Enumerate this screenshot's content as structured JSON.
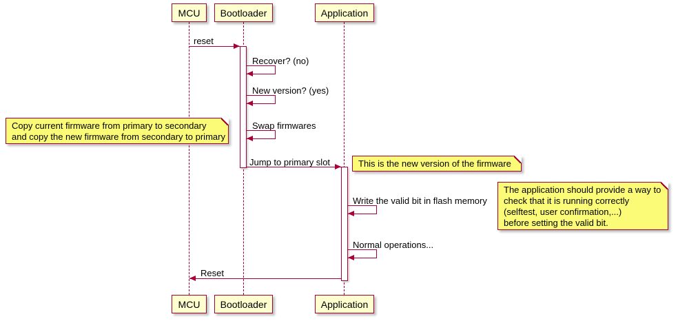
{
  "diagram": {
    "type": "sequence",
    "participants": [
      {
        "label": "MCU"
      },
      {
        "label": "Bootloader"
      },
      {
        "label": "Application"
      }
    ],
    "messages": [
      {
        "from": "MCU",
        "to": "Bootloader",
        "label": "reset",
        "kind": "call"
      },
      {
        "from": "Bootloader",
        "to": "Bootloader",
        "label": "Recover? (no)",
        "kind": "self"
      },
      {
        "from": "Bootloader",
        "to": "Bootloader",
        "label": "New version? (yes)",
        "kind": "self"
      },
      {
        "from": "Bootloader",
        "to": "Bootloader",
        "label": "Swap firmwares",
        "kind": "self"
      },
      {
        "from": "Bootloader",
        "to": "Application",
        "label": "Jump to primary slot",
        "kind": "call"
      },
      {
        "from": "Application",
        "to": "Application",
        "label": "Write the valid bit in flash memory",
        "kind": "self"
      },
      {
        "from": "Application",
        "to": "Application",
        "label": "Normal operations...",
        "kind": "self"
      },
      {
        "from": "Application",
        "to": "MCU",
        "label": "Reset",
        "kind": "return"
      }
    ],
    "notes": [
      {
        "position": "left",
        "text": "Copy current firmware from primary to secondary\nand copy the new firmware from secondary to primary"
      },
      {
        "position": "right",
        "text": "This is the new version of the firmware"
      },
      {
        "position": "right",
        "text": "The application should provide a way to\ncheck that it is running correctly\n(selftest, user confirmation,...)\nbefore setting the valid bit."
      }
    ],
    "colors": {
      "participant_fill": "#FEFECE",
      "note_fill": "#FBFB77",
      "line": "#A80036",
      "text": "#000000"
    }
  }
}
